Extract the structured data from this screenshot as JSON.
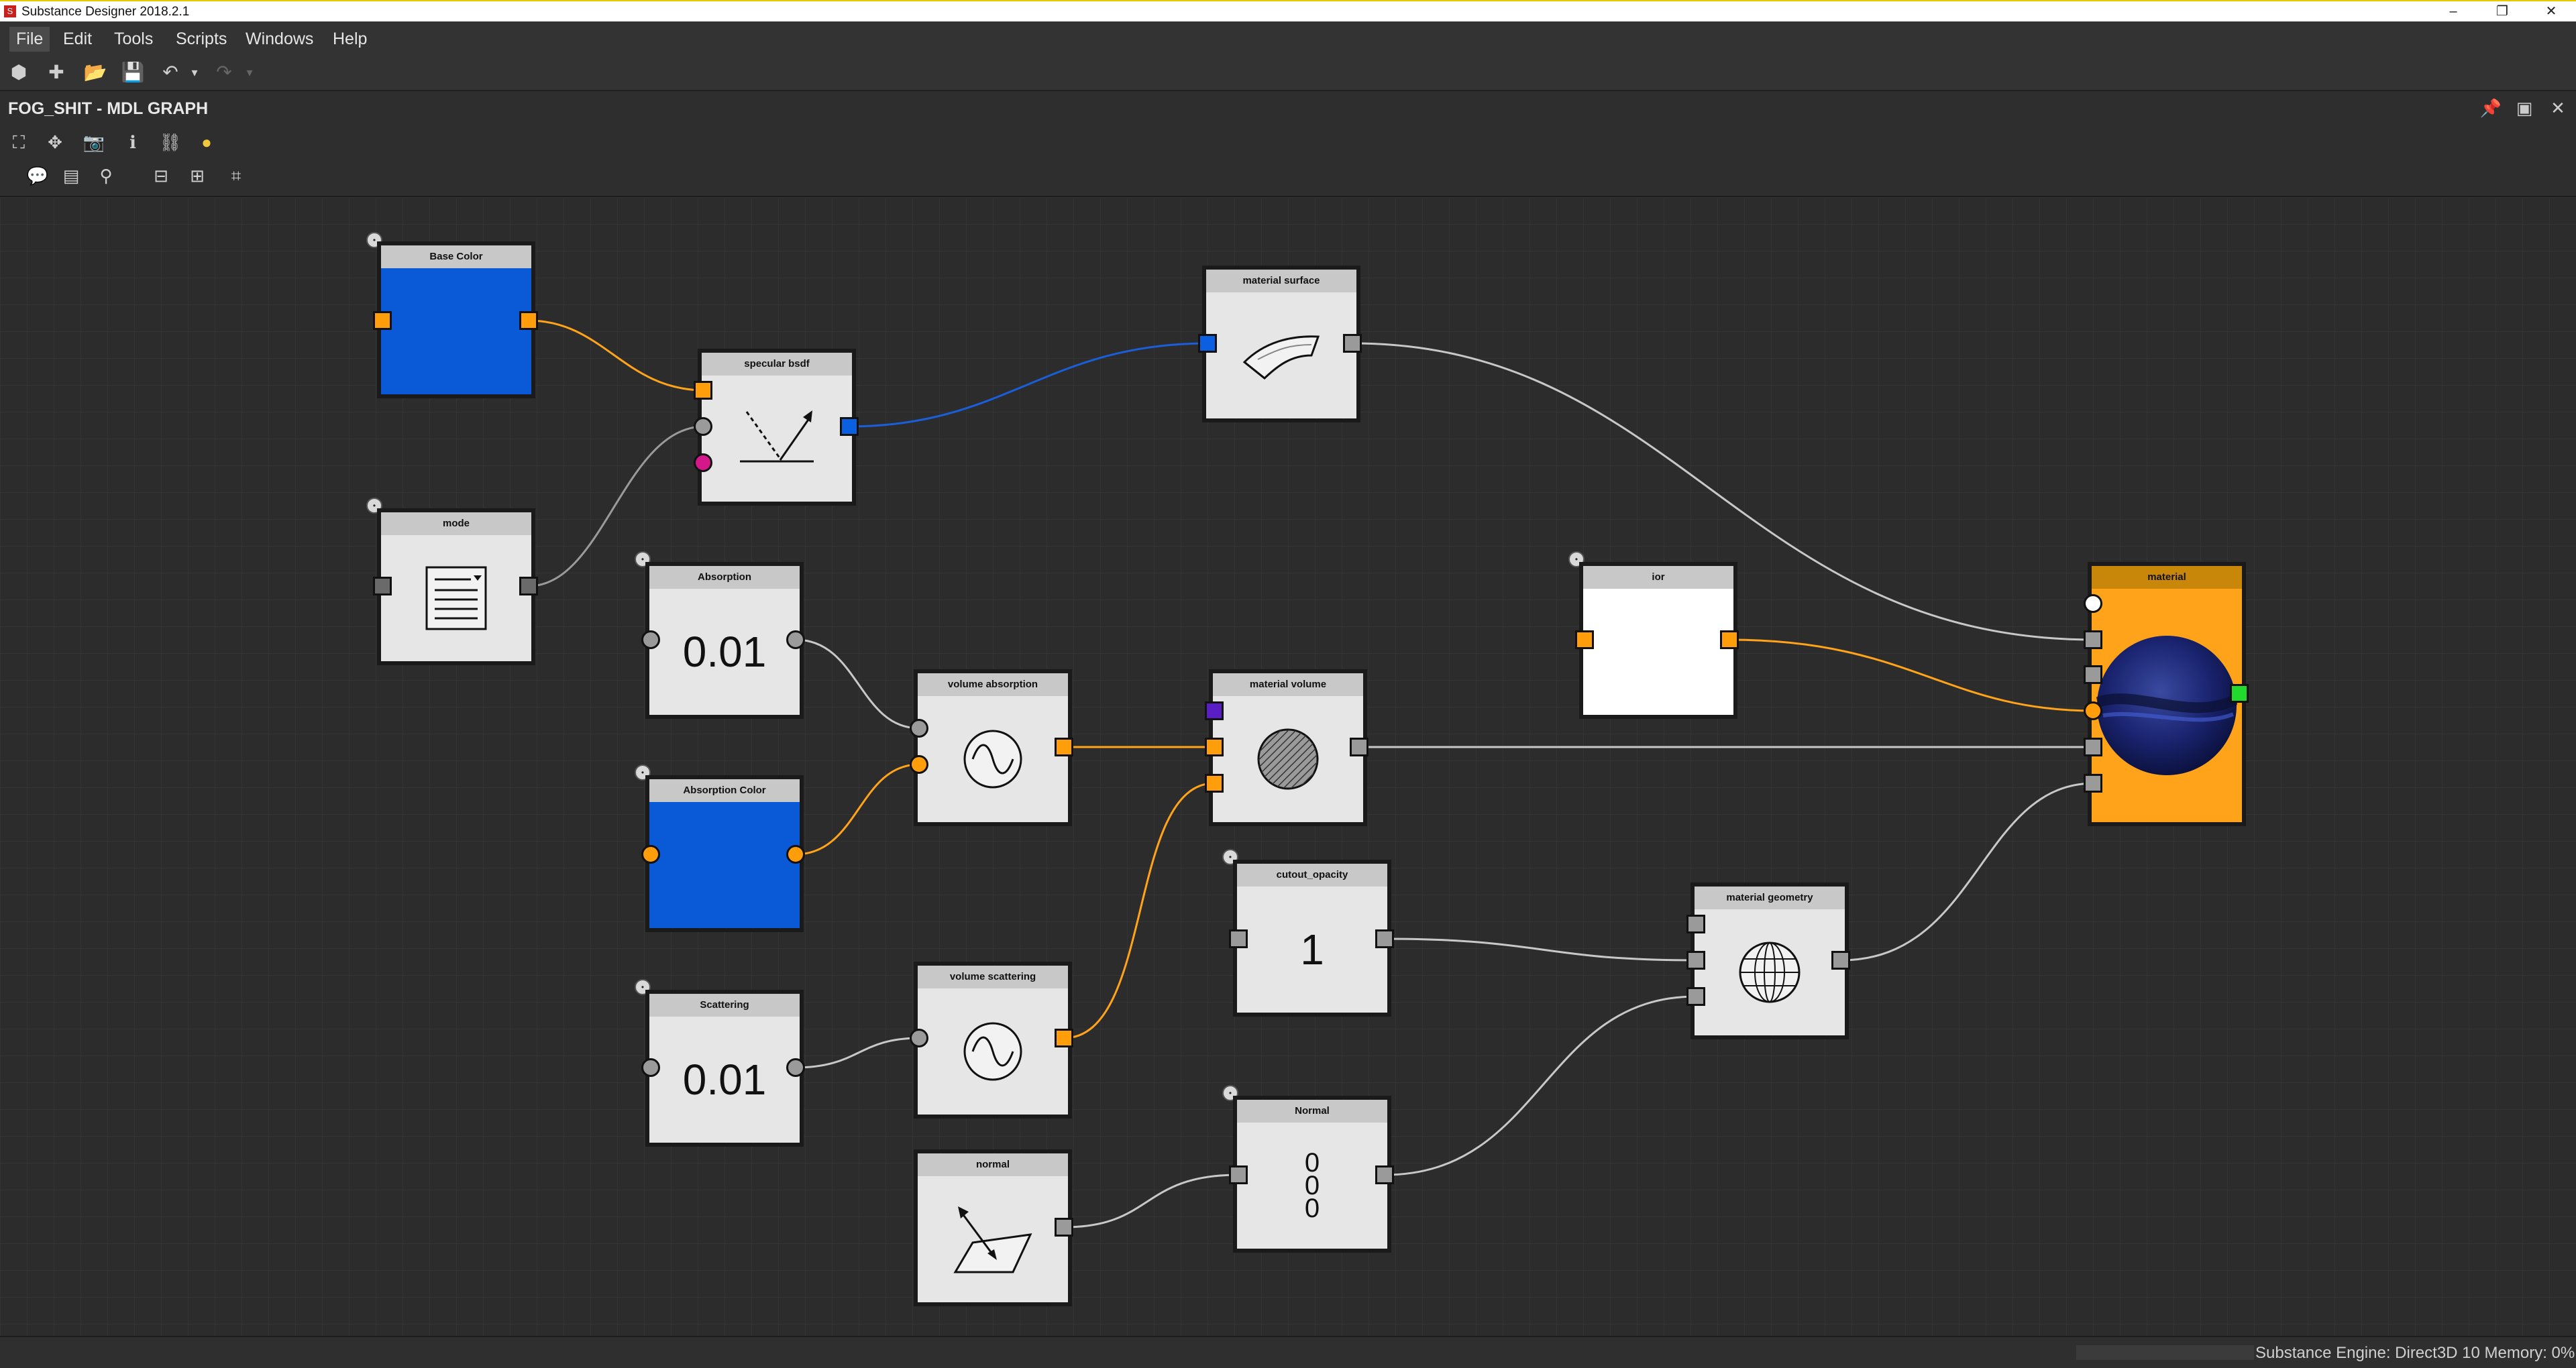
{
  "window": {
    "title": "Substance Designer 2018.2.1",
    "minimize": "–",
    "restore": "❐",
    "close": "✕"
  },
  "menu": [
    {
      "label": "File",
      "active": true
    },
    {
      "label": "Edit"
    },
    {
      "label": "Tools"
    },
    {
      "label": "Scripts"
    },
    {
      "label": "Windows"
    },
    {
      "label": "Help"
    }
  ],
  "graph": {
    "title": "FOG_SHIT - MDL GRAPH",
    "pin_icon": "📌",
    "maximize_icon": "▣",
    "close_icon": "✕"
  },
  "nodes": {
    "base_color": {
      "label": "Base Color"
    },
    "mode": {
      "label": "mode"
    },
    "specular_bsdf": {
      "label": "specular bsdf"
    },
    "material_surface": {
      "label": "material surface"
    },
    "absorption": {
      "label": "Absorption",
      "value": "0.01"
    },
    "absorption_color": {
      "label": "Absorption Color"
    },
    "volume_absorption": {
      "label": "volume absorption"
    },
    "material_volume": {
      "label": "material volume"
    },
    "ior": {
      "label": "ior"
    },
    "material": {
      "label": "material"
    },
    "cutout_opacity": {
      "label": "cutout_opacity",
      "value": "1"
    },
    "material_geometry": {
      "label": "material geometry"
    },
    "scattering": {
      "label": "Scattering",
      "value": "0.01"
    },
    "volume_scattering": {
      "label": "volume scattering"
    },
    "normal_input": {
      "label": "normal"
    },
    "normal_value": {
      "label": "Normal",
      "values": [
        "0",
        "0",
        "0"
      ]
    }
  },
  "status": {
    "engine": "Substance Engine: Direct3D 10  Memory: 0%"
  },
  "colors": {
    "wire_orange": "#ffa31a",
    "wire_blue": "#1a5ed8",
    "wire_gray": "#b8b8b8",
    "base_color": "#0a5ad8",
    "material": "#ffa31a"
  }
}
